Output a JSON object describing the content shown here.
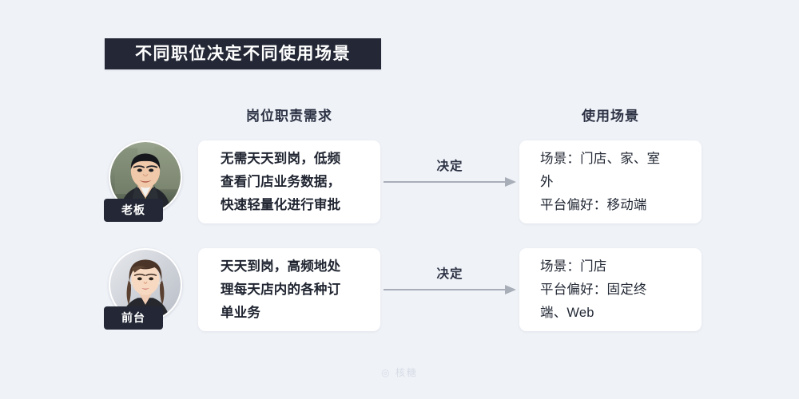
{
  "title": {
    "text": "不同职位决定不同使用场景",
    "background_color": "#242836",
    "text_color": "#ffffff"
  },
  "background_color": "#eff2f7",
  "columns": {
    "left_header": "岗位职责需求",
    "right_header": "使用场景"
  },
  "connector_label": "决定",
  "connector_color": "#a8aeb8",
  "rows": [
    {
      "role_label": "老板",
      "avatar_icon": "avatar-photo-male",
      "requirement_lines": [
        "无需天天到岗，低频",
        "查看门店业务数据，",
        "快速轻量化进行审批"
      ],
      "scenario_lines": [
        "场景：门店、家、室",
        "外",
        "平台偏好：移动端"
      ],
      "arrow_label": "决定"
    },
    {
      "role_label": "前台",
      "avatar_icon": "avatar-photo-female",
      "requirement_lines": [
        "天天到岗，高频地处",
        "理每天店内的各种订",
        "单业务"
      ],
      "scenario_lines": [
        "场景：门店",
        "平台偏好：固定终",
        "端、Web"
      ],
      "arrow_label": "决定"
    }
  ],
  "watermark": "◎ 核糖"
}
